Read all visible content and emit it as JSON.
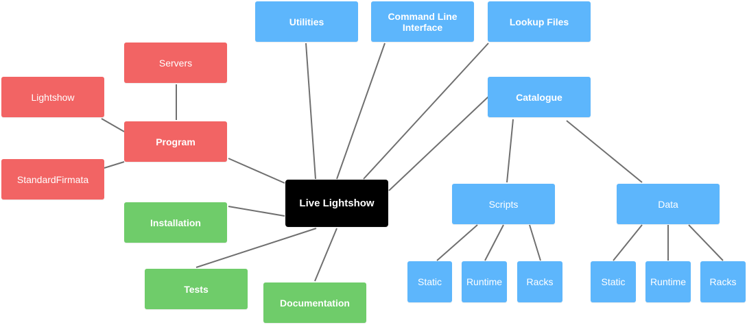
{
  "colors": {
    "center": "#000000",
    "red": "#f26464",
    "green": "#6fcc6a",
    "blue": "#5db6fc",
    "edge": "#6f6f6f"
  },
  "nodes": [
    {
      "id": "live-lightshow",
      "label": "Live Lightshow",
      "color": "center",
      "bold": true
    },
    {
      "id": "servers",
      "label": "Servers",
      "color": "red",
      "bold": false
    },
    {
      "id": "lightshow",
      "label": "Lightshow",
      "color": "red",
      "bold": false
    },
    {
      "id": "program",
      "label": "Program",
      "color": "red",
      "bold": true
    },
    {
      "id": "standardfirmata",
      "label": "StandardFirmata",
      "color": "red",
      "bold": false
    },
    {
      "id": "installation",
      "label": "Installation",
      "color": "green",
      "bold": true
    },
    {
      "id": "tests",
      "label": "Tests",
      "color": "green",
      "bold": true
    },
    {
      "id": "documentation",
      "label": "Documentation",
      "color": "green",
      "bold": true
    },
    {
      "id": "utilities",
      "label": "Utilities",
      "color": "blue",
      "bold": true
    },
    {
      "id": "command-line-interface",
      "label": "Command Line Interface",
      "color": "blue",
      "bold": true
    },
    {
      "id": "lookup-files",
      "label": "Lookup Files",
      "color": "blue",
      "bold": true
    },
    {
      "id": "catalogue",
      "label": "Catalogue",
      "color": "blue",
      "bold": true
    },
    {
      "id": "scripts",
      "label": "Scripts",
      "color": "blue",
      "bold": false
    },
    {
      "id": "data",
      "label": "Data",
      "color": "blue",
      "bold": false
    },
    {
      "id": "scripts-static",
      "label": "Static",
      "color": "blue",
      "bold": false
    },
    {
      "id": "scripts-runtime",
      "label": "Runtime",
      "color": "blue",
      "bold": false
    },
    {
      "id": "scripts-racks",
      "label": "Racks",
      "color": "blue",
      "bold": false
    },
    {
      "id": "data-static",
      "label": "Static",
      "color": "blue",
      "bold": false
    },
    {
      "id": "data-runtime",
      "label": "Runtime",
      "color": "blue",
      "bold": false
    },
    {
      "id": "data-racks",
      "label": "Racks",
      "color": "blue",
      "bold": false
    }
  ],
  "edges": [
    [
      "live-lightshow",
      "program"
    ],
    [
      "live-lightshow",
      "installation"
    ],
    [
      "live-lightshow",
      "tests"
    ],
    [
      "live-lightshow",
      "documentation"
    ],
    [
      "live-lightshow",
      "utilities"
    ],
    [
      "live-lightshow",
      "command-line-interface"
    ],
    [
      "live-lightshow",
      "lookup-files"
    ],
    [
      "live-lightshow",
      "catalogue"
    ],
    [
      "program",
      "servers"
    ],
    [
      "program",
      "lightshow"
    ],
    [
      "program",
      "standardfirmata"
    ],
    [
      "catalogue",
      "scripts"
    ],
    [
      "catalogue",
      "data"
    ],
    [
      "scripts",
      "scripts-static"
    ],
    [
      "scripts",
      "scripts-runtime"
    ],
    [
      "scripts",
      "scripts-racks"
    ],
    [
      "data",
      "data-static"
    ],
    [
      "data",
      "data-runtime"
    ],
    [
      "data",
      "data-racks"
    ]
  ]
}
